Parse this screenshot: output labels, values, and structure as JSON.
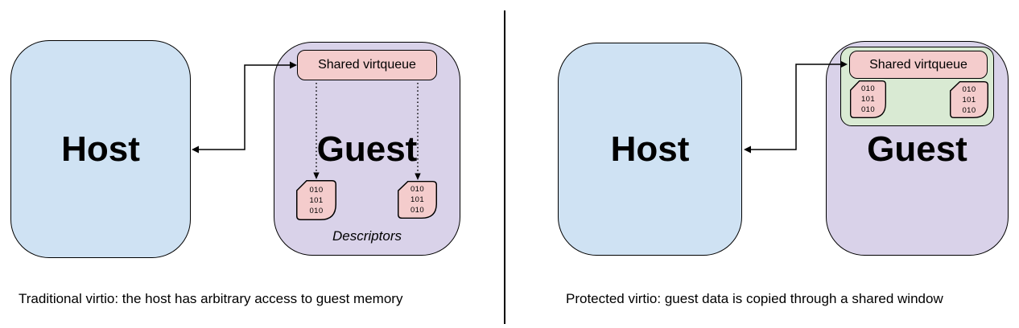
{
  "colors": {
    "host_fill": "#cfe2f3",
    "guest_fill": "#d9d2e9",
    "virtqueue_fill": "#f4cccc",
    "descriptor_fill": "#f4cccc",
    "shared_window_fill": "#d9ead3",
    "stroke": "#000000",
    "text": "#000000"
  },
  "panels": [
    {
      "host_label": "Host",
      "guest_label": "Guest",
      "virtqueue_label": "Shared virtqueue",
      "descriptors_label": "Descriptors",
      "descriptor_bits_left": "010\n101\n010",
      "descriptor_bits_right": "010\n101\n010",
      "caption": "Traditional virtio: the host has arbitrary access to guest memory"
    },
    {
      "host_label": "Host",
      "guest_label": "Guest",
      "virtqueue_label": "Shared virtqueue",
      "descriptor_bits_left": "010\n101\n010",
      "descriptor_bits_right": "010\n101\n010",
      "caption": "Protected virtio: guest data is copied through a shared window"
    }
  ]
}
